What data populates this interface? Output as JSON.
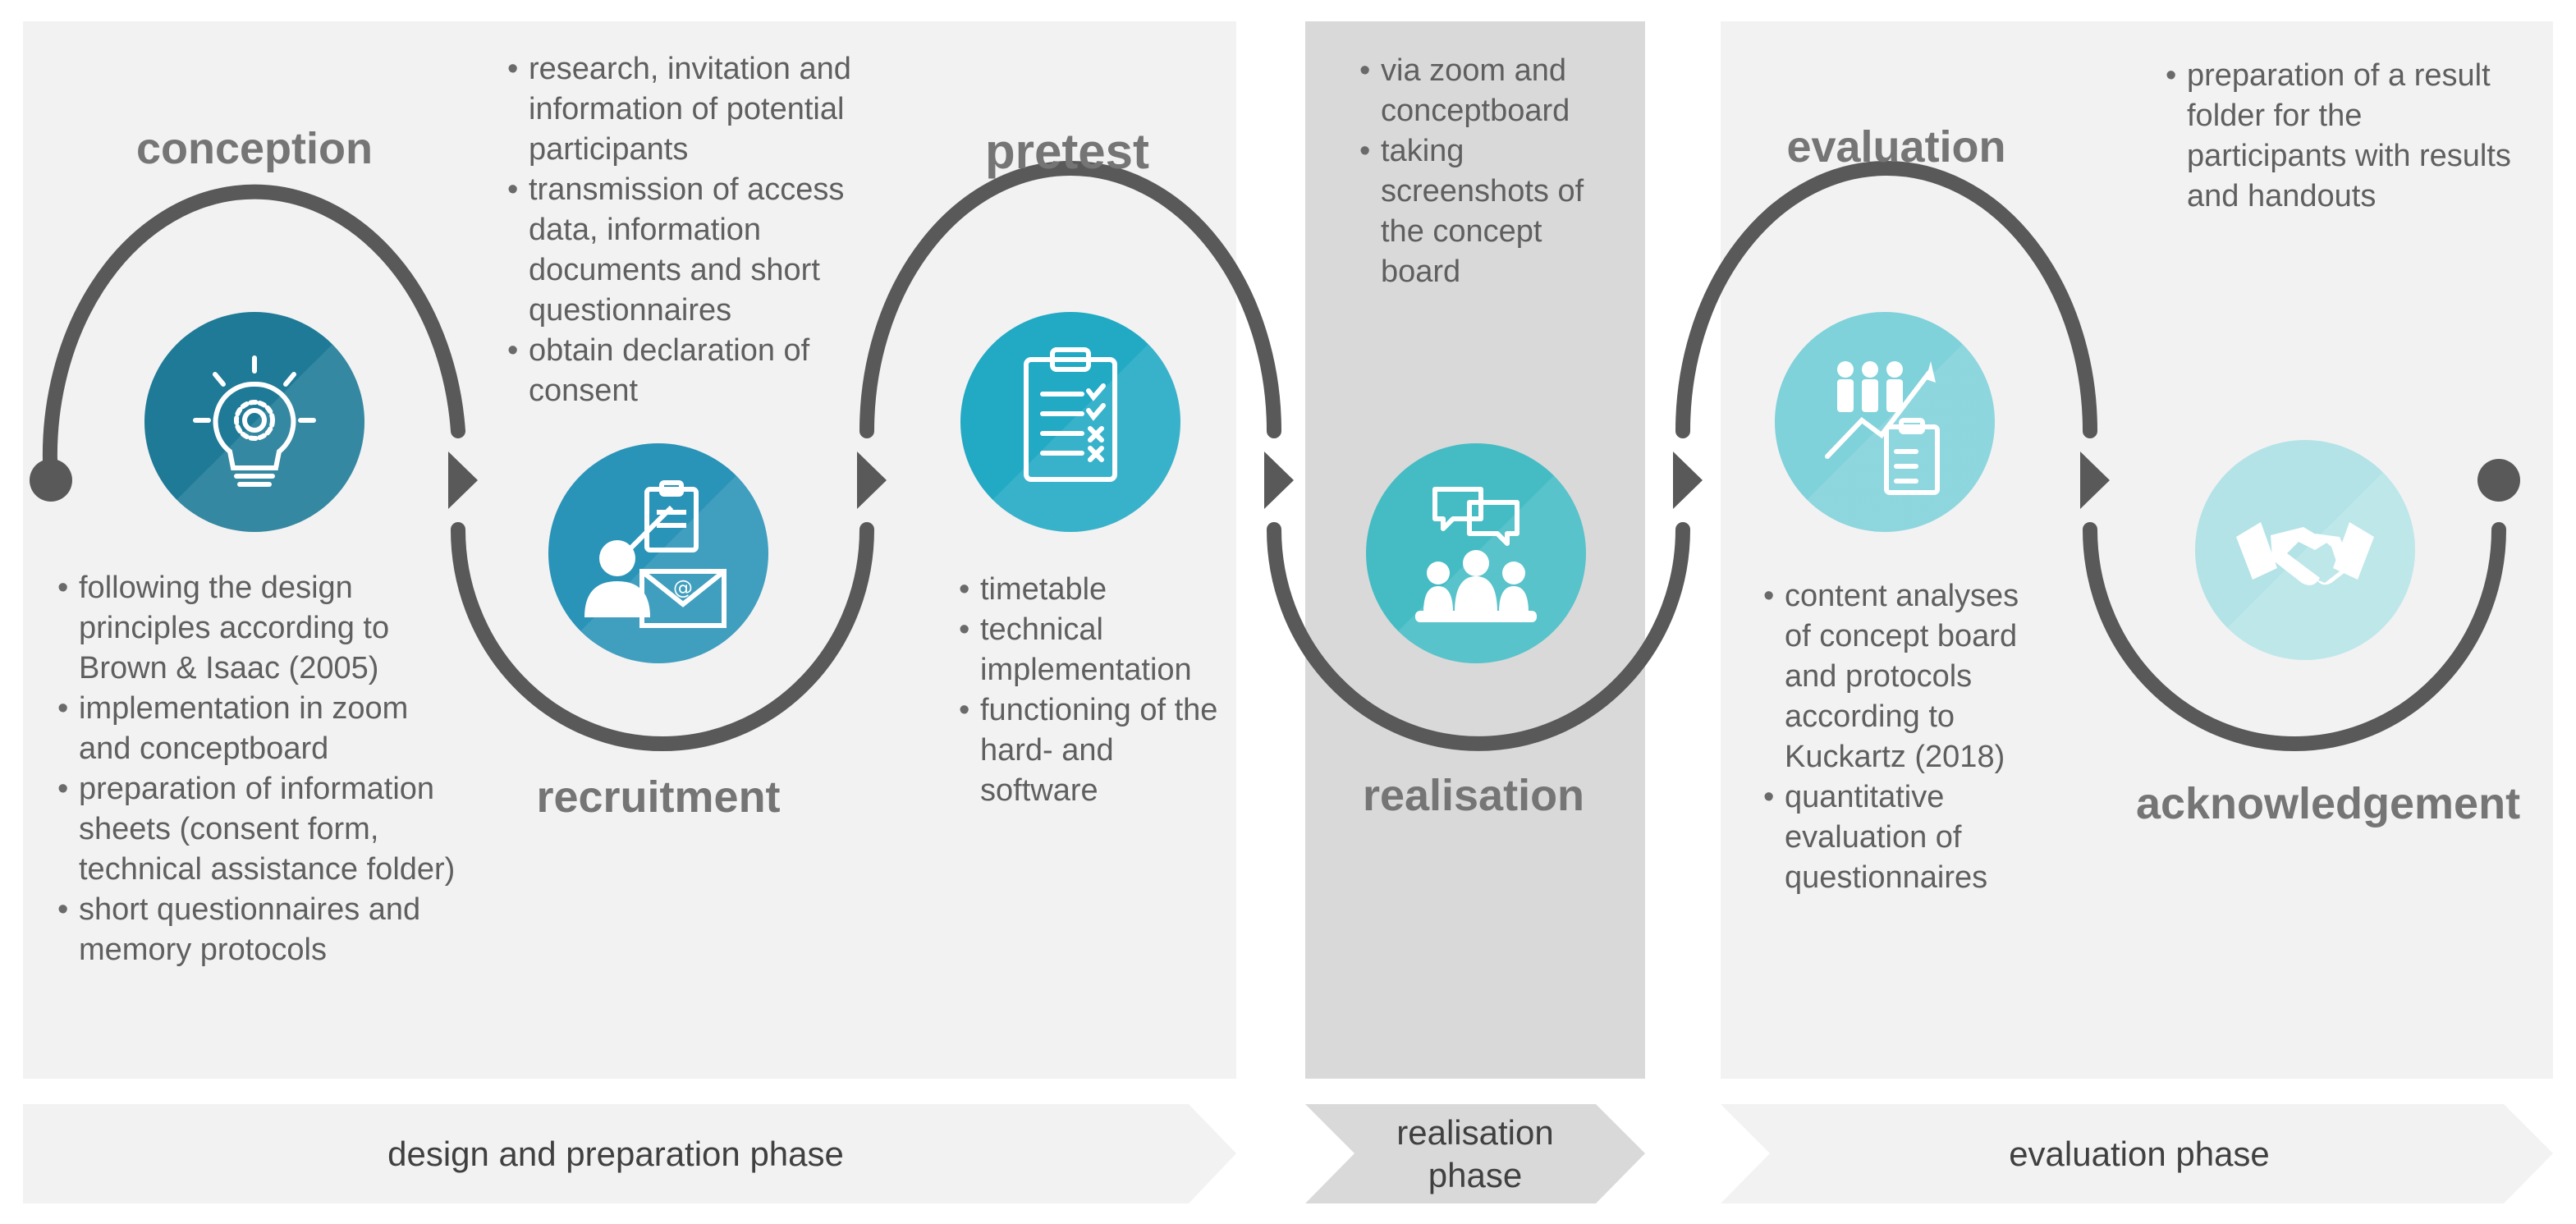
{
  "stages": [
    {
      "title": "conception",
      "icon": "lightbulb-gear-icon",
      "color": "#1e7a96",
      "bullets": [
        "following the design principles according to Brown & Isaac (2005)",
        "implementation in zoom and conceptboard",
        "preparation of information sheets (consent form, technical assistance folder)",
        "short questionnaires and memory protocols"
      ]
    },
    {
      "title": "recruitment",
      "icon": "person-clipboard-mail-icon",
      "color": "#2a93b8",
      "bullets": [
        "research, invitation and information of potential participants",
        "transmission of access data, information documents and short questionnaires",
        "obtain declaration of consent"
      ]
    },
    {
      "title": "pretest",
      "icon": "checklist-clipboard-icon",
      "color": "#22a9c4",
      "bullets": [
        "timetable",
        "technical implementation",
        "functioning of the hard- and software"
      ]
    },
    {
      "title": "realisation",
      "icon": "group-meeting-chat-icon",
      "color": "#45bcc4",
      "bullets": [
        "via zoom and conceptboard",
        "taking screenshots of the concept board"
      ]
    },
    {
      "title": "evaluation",
      "icon": "people-growth-chart-icon",
      "color": "#7fd1da",
      "bullets": [
        "content analyses of concept board and protocols according to Kuckartz (2018)",
        "quantitative evaluation of questionnaires"
      ]
    },
    {
      "title": "acknowledgement",
      "icon": "handshake-icon",
      "color": "#b3e3e6",
      "bullets": [
        "preparation of a result folder for the participants with results and handouts"
      ]
    }
  ],
  "phases": [
    {
      "label": "design and preparation phase"
    },
    {
      "label": "realisation phase"
    },
    {
      "label": "evaluation phase"
    }
  ],
  "colors": {
    "panel_light": "#f2f2f2",
    "panel_dark": "#d9d9d9",
    "wave": "#595959"
  }
}
